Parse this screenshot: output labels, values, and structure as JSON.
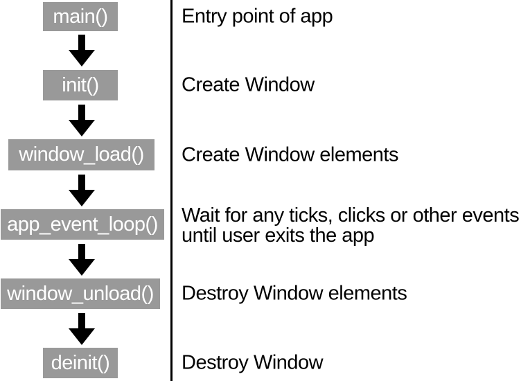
{
  "diagram": {
    "type": "flowchart",
    "steps": [
      {
        "func": "main()",
        "desc": "Entry point of app"
      },
      {
        "func": "init()",
        "desc": "Create Window"
      },
      {
        "func": "window_load()",
        "desc": "Create Window elements"
      },
      {
        "func": "app_event_loop()",
        "desc": "Wait for any ticks, clicks or other events\nuntil user exits the app"
      },
      {
        "func": "window_unload()",
        "desc": "Destroy Window elements"
      },
      {
        "func": "deinit()",
        "desc": "Destroy Window"
      }
    ],
    "icons": {
      "connector": "down-arrow"
    },
    "colors": {
      "box_bg": "#999999",
      "box_text": "#ffffff",
      "desc_text": "#000000",
      "arrow": "#000000",
      "divider": "#000000"
    }
  }
}
